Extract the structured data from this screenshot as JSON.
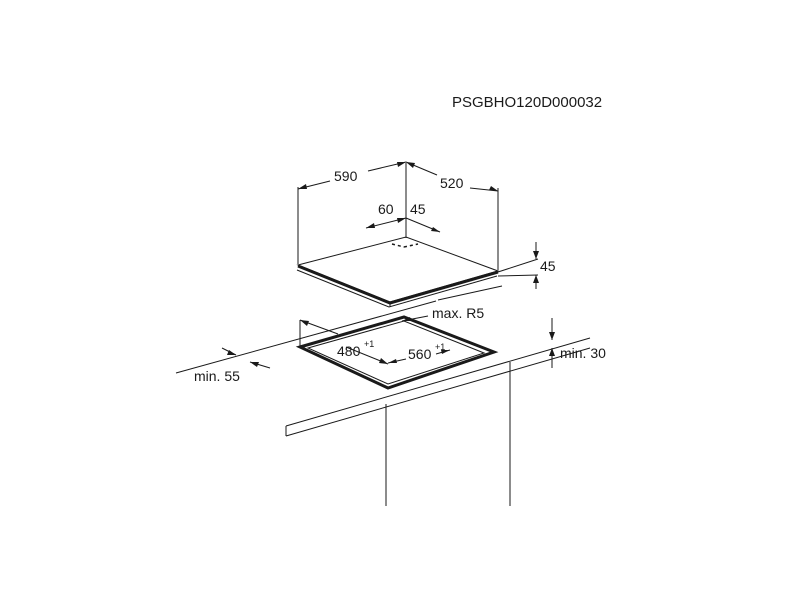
{
  "drawing_code": "PSGBHO120D000032",
  "hob": {
    "width": "590",
    "depth": "520",
    "gas_offset_x": "60",
    "gas_offset_y": "45",
    "height": "45"
  },
  "cutout": {
    "corner_radius": "max. R5",
    "depth_value": "480",
    "depth_tolerance": "+1",
    "width_value": "560",
    "width_tolerance": "+1",
    "front_distance": "min. 55",
    "clearance_below": "min. 30"
  }
}
